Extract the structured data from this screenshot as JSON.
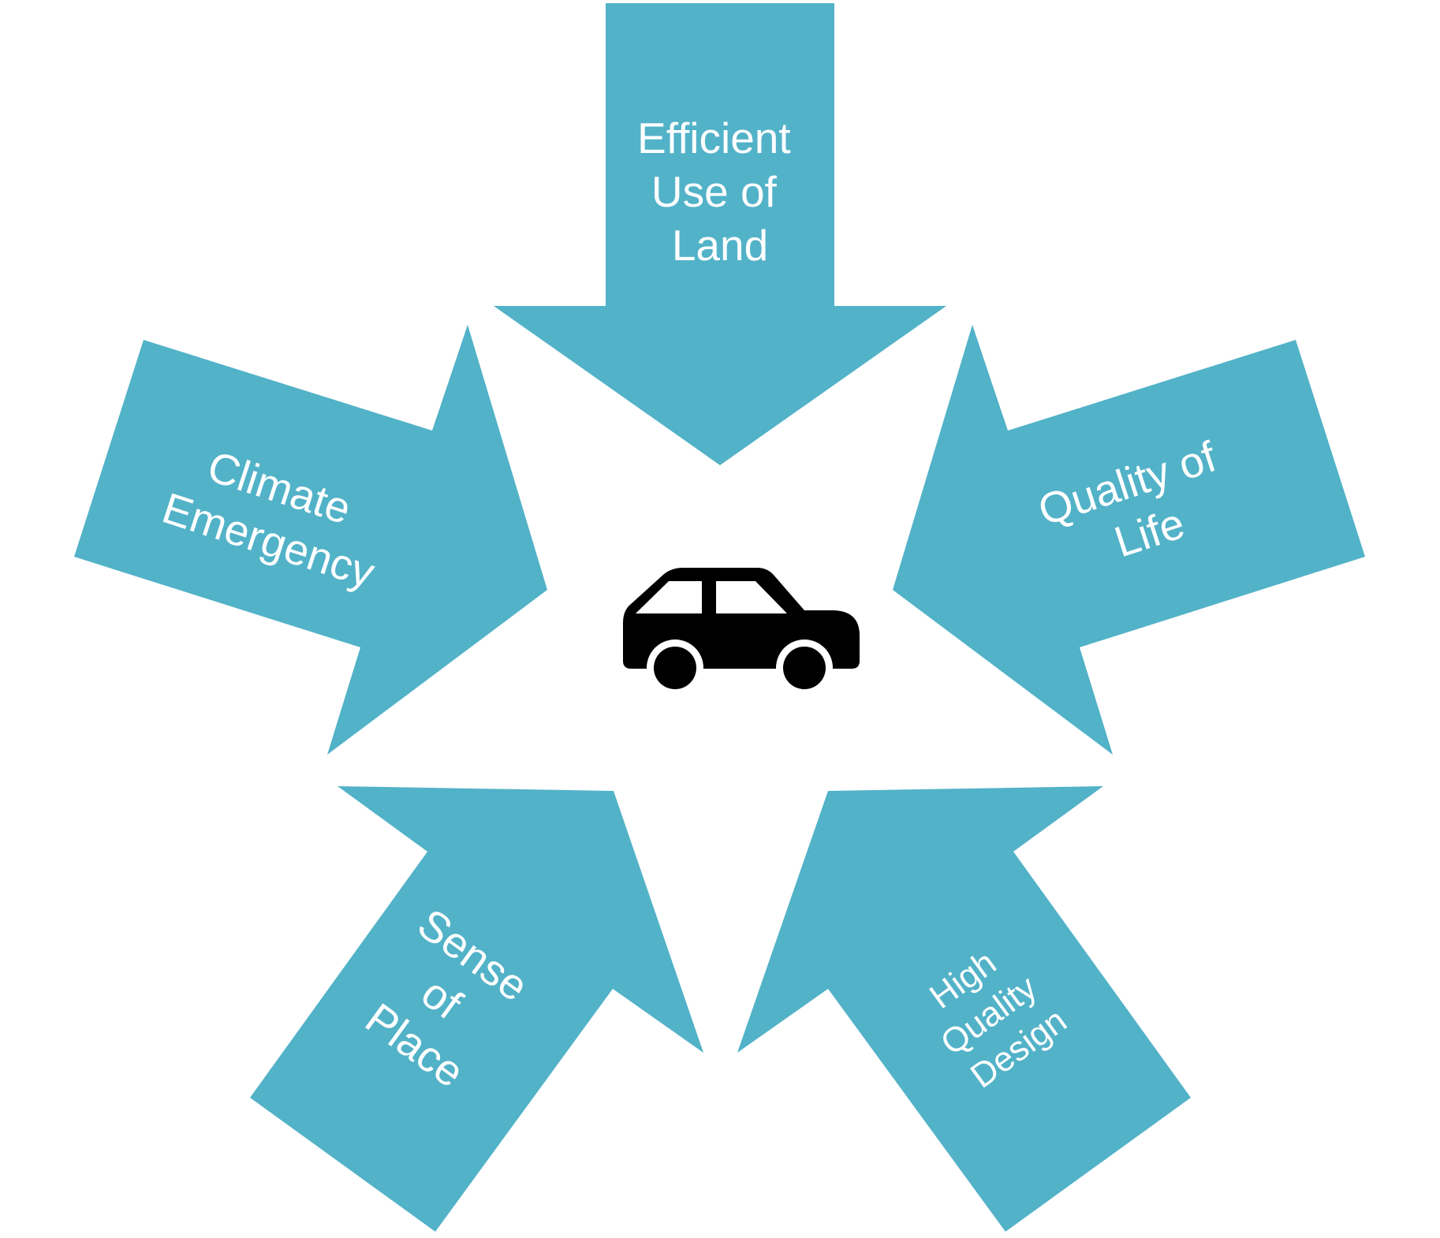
{
  "diagram": {
    "arrow_color": "#52b2c8",
    "label_color": "#ffffff",
    "center_icon": "car-icon",
    "center_icon_color": "#000000",
    "arrows": [
      {
        "id": "efficient-use-of-land",
        "lines": [
          "Efficient",
          "Use of",
          "Land"
        ]
      },
      {
        "id": "quality-of-life",
        "lines": [
          "Quality of",
          "Life"
        ]
      },
      {
        "id": "high-quality-design",
        "lines": [
          "High",
          "Quality",
          "Design"
        ]
      },
      {
        "id": "sense-of-place",
        "lines": [
          "Sense",
          "of",
          "Place"
        ]
      },
      {
        "id": "climate-emergency",
        "lines": [
          "Climate",
          "Emergency"
        ]
      }
    ]
  }
}
